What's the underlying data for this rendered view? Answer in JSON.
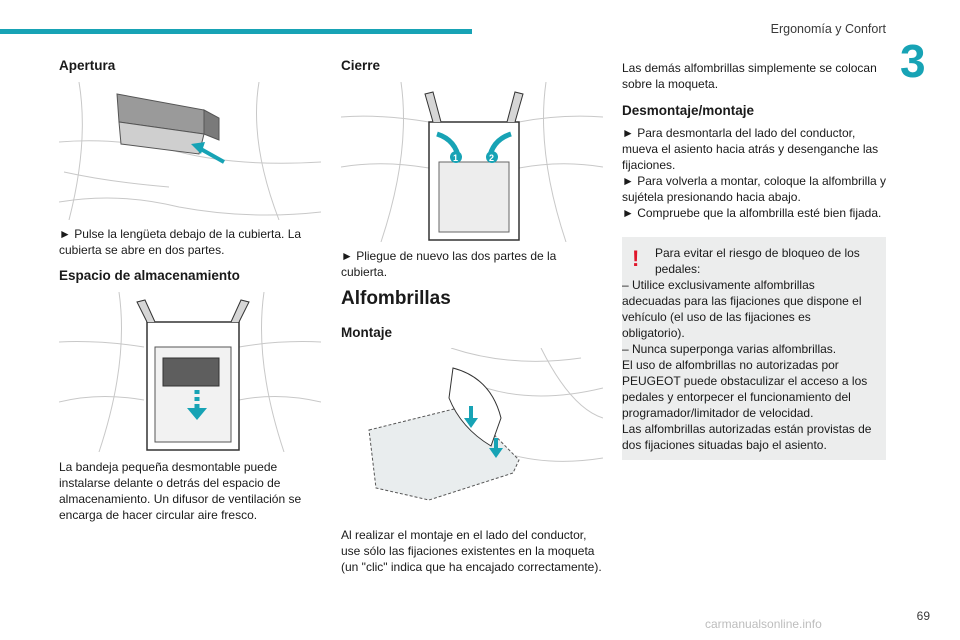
{
  "header": {
    "section": "Ergonomía y Confort",
    "chapter": "3"
  },
  "col1": {
    "apertura_title": "Apertura",
    "apertura_text": "► Pulse la lengüeta debajo de la cubierta. La cubierta se abre en dos partes.",
    "espacio_title": "Espacio de almacenamiento",
    "espacio_text": "La bandeja pequeña desmontable puede instalarse delante o detrás del espacio de almacenamiento. Un difusor de ventilación se encarga de hacer circular aire fresco."
  },
  "col2": {
    "cierre_title": "Cierre",
    "cierre_text": "► Pliegue de nuevo las dos partes de la cubierta.",
    "alfombrillas_title": "Alfombrillas",
    "montaje_title": "Montaje",
    "montaje_text": "Al realizar el montaje en el lado del conductor, use sólo las fijaciones existentes en la moqueta (un \"clic\" indica que ha encajado correctamente).",
    "marker_1": "1",
    "marker_2": "2"
  },
  "col3": {
    "intro_text": "Las demás alfombrillas simplemente se colocan sobre la moqueta.",
    "desmontaje_title": "Desmontaje/montaje",
    "desmontaje_text_1": "► Para desmontarla del lado del conductor, mueva el asiento hacia atrás y desenganche las fijaciones.",
    "desmontaje_text_2": "► Para volverla a montar, coloque la alfombrilla y sujétela presionando hacia abajo.",
    "desmontaje_text_3": "► Compruebe que la alfombrilla esté bien fijada."
  },
  "warning": {
    "icon": "exclamation-icon",
    "intro": "Para evitar el riesgo de bloqueo de los pedales:",
    "item_1": "– Utilice exclusivamente alfombrillas adecuadas para las fijaciones que dispone el vehículo (el uso de las fijaciones es obligatorio).",
    "item_2": "– Nunca superponga varias alfombrillas.",
    "text_1": "El uso de alfombrillas no autorizadas por PEUGEOT puede obstaculizar el acceso a los pedales y entorpecer el funcionamiento del programador/limitador de velocidad.",
    "text_2": "Las alfombrillas autorizadas están provistas de dos fijaciones situadas bajo el asiento."
  },
  "footer": {
    "page": "69",
    "watermark": "carmanualsonline.info"
  },
  "colors": {
    "accent": "#17a3b5",
    "warning": "#e0162b",
    "panel": "#eceded"
  }
}
